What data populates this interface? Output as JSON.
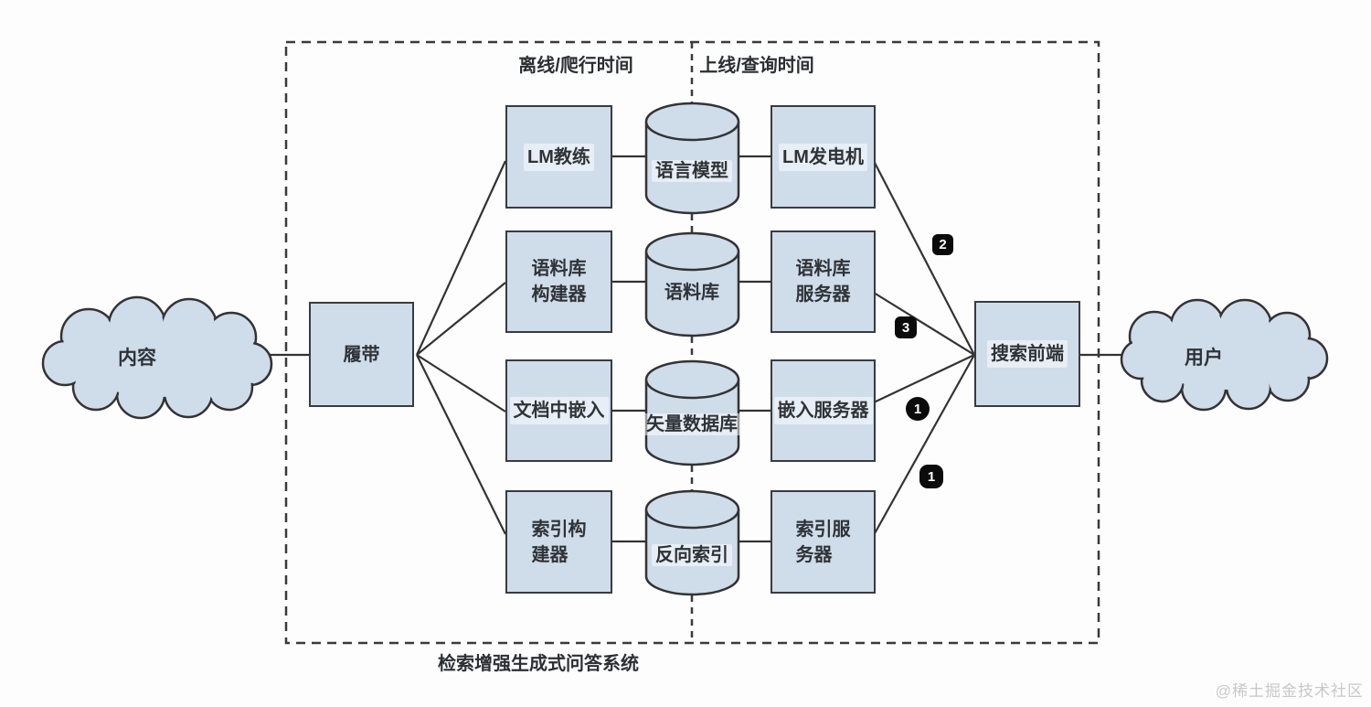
{
  "regions": {
    "offline_label": "离线/爬行时间",
    "online_label": "上线/查询时间",
    "system_label": "检索增强生成式问答系统"
  },
  "clouds": {
    "left_label": "内容",
    "right_label": "用户"
  },
  "crawler_label": "履带",
  "frontend_label": "搜索前端",
  "rows": [
    {
      "builder": "LM教练",
      "store": "语言模型",
      "server": "LM发电机"
    },
    {
      "builder": "语料库\n构建器",
      "store": "语料库",
      "server": "语料库\n服务器"
    },
    {
      "builder": "文档中嵌入",
      "store": "矢量数据库",
      "server": "嵌入服务器"
    },
    {
      "builder": "索引构\n建器",
      "store": "反向索引",
      "server": "索引服\n务器"
    }
  ],
  "badges": [
    "2",
    "3",
    "1",
    "1"
  ],
  "watermark": "@稀土掘金技术社区",
  "colors": {
    "node_fill": "#cfdcea",
    "node_border": "#383c40",
    "line": "#333333",
    "badge_bg": "#0b0b0b",
    "badge_text": "#ffffff",
    "watermark_text": "#c8c8c8"
  }
}
